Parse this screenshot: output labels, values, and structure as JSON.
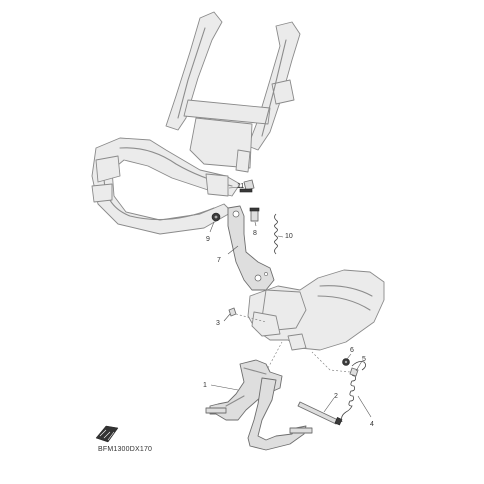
{
  "diagram": {
    "code": "BFM1300DX170",
    "parts": [
      {
        "number": "1"
      },
      {
        "number": "2"
      },
      {
        "number": "3"
      },
      {
        "number": "4"
      },
      {
        "number": "5"
      },
      {
        "number": "6"
      },
      {
        "number": "7"
      },
      {
        "number": "8"
      },
      {
        "number": "9"
      },
      {
        "number": "10"
      },
      {
        "number": "11"
      }
    ]
  },
  "colors": {
    "background": "#ffffff",
    "line": "#8c8c8c",
    "part_fill": "#dedede",
    "label": "#333333"
  },
  "icons": {
    "corner_symbol": "front-arrow-icon"
  }
}
